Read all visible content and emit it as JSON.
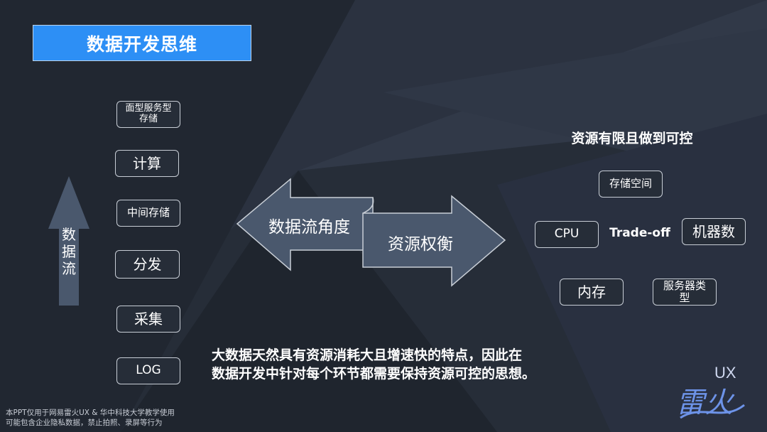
{
  "title": "数据开发思维",
  "left_flow": {
    "arrow_label": "数\n据\n流",
    "stages": [
      {
        "label": "面型服务型\n存储"
      },
      {
        "label": "计算"
      },
      {
        "label": "中间存储"
      },
      {
        "label": "分发"
      },
      {
        "label": "采集"
      },
      {
        "label": "LOG"
      }
    ]
  },
  "center": {
    "left_arrow_label": "数据流角度",
    "right_arrow_label": "资源权衡"
  },
  "right_panel": {
    "heading": "资源有限且做到可控",
    "storage": "存储空间",
    "cpu": "CPU",
    "tradeoff": "Trade-off",
    "machines": "机器数",
    "memory": "内存",
    "server_type": "服务器类\n型"
  },
  "bottom_text": "大数据天然具有资源消耗大且增速快的特点，因此在\n数据开发中针对每个环节都需要保持资源可控的思想。",
  "footer": {
    "line1": "本PPT仅用于网易雷火UX & 华中科技大学教学使用",
    "line2": "可能包含企业隐私数据，禁止拍照、录屏等行为"
  },
  "logo": {
    "text": "UX",
    "glyphs": "雷火"
  },
  "colors": {
    "background": "#262d38",
    "title_bar": "#2d8ff5",
    "arrow_fill": "#4a586d",
    "box_border": "#c8ced6"
  }
}
